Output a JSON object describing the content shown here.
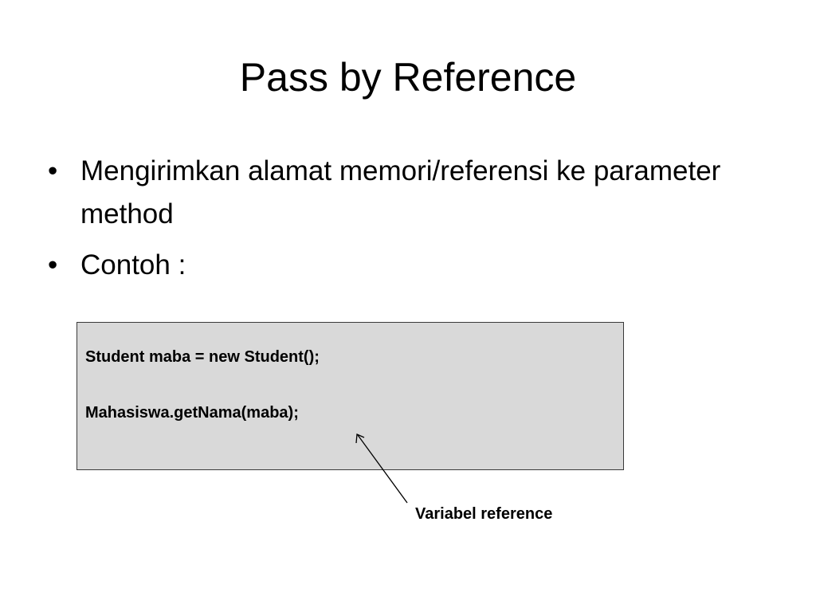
{
  "slide": {
    "title": "Pass by Reference",
    "bullets": [
      {
        "text": "Mengirimkan alamat memori/referensi ke parameter method"
      },
      {
        "text": "Contoh :"
      }
    ],
    "bullet_symbol": "•",
    "code": {
      "lines": [
        "Student maba = new Student();",
        "Mahasiswa.getNama(maba);"
      ],
      "background_color": "#d9d9d9"
    },
    "annotation": {
      "label": "Variabel reference"
    }
  }
}
